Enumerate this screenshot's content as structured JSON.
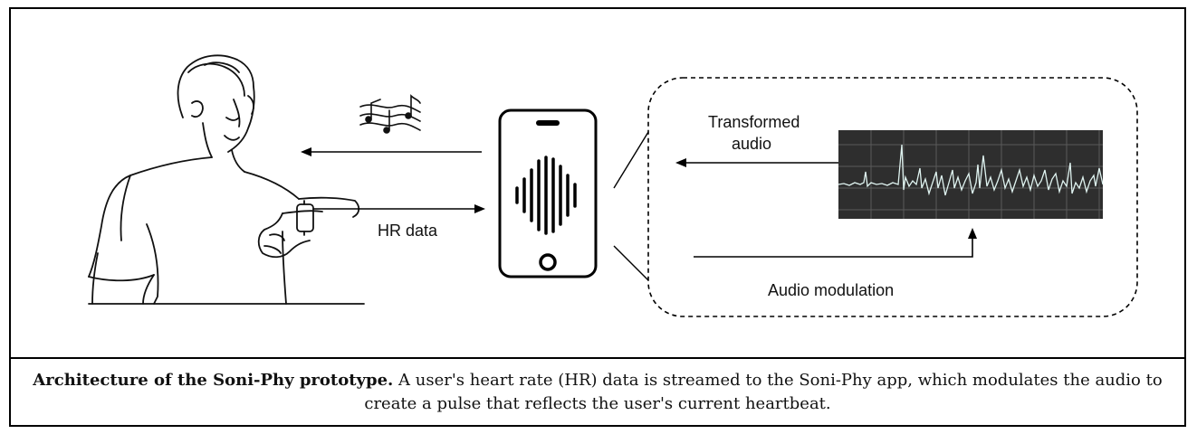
{
  "diagram": {
    "labels": {
      "hr_data": "HR data",
      "transformed_audio_line1": "Transformed",
      "transformed_audio_line2": "audio",
      "audio_modulation": "Audio modulation"
    },
    "nodes": [
      "user-wearing-watch",
      "smartphone-app",
      "audio-waveform-display"
    ],
    "edges": [
      {
        "from": "smartphone-app",
        "to": "user-wearing-watch",
        "kind": "audio"
      },
      {
        "from": "user-wearing-watch",
        "to": "smartphone-app",
        "label": "HR data"
      },
      {
        "from": "audio-waveform-display",
        "to": "smartphone-app",
        "label": "Transformed audio"
      },
      {
        "from": "smartphone-app",
        "to": "audio-waveform-display",
        "label": "Audio modulation"
      }
    ],
    "icons": [
      "music-notes-icon",
      "sound-wave-icon"
    ],
    "colors": {
      "waveform_bg": "#2e2e2e",
      "waveform_trace": "#dff3f0",
      "waveform_grid": "#5a5a5a"
    }
  },
  "caption": {
    "bold": "Architecture of the Soni-Phy prototype.",
    "text": " A user's heart rate (HR) data is streamed to the Soni-Phy app, which modulates the audio to create a pulse that reflects the user's current heartbeat."
  }
}
